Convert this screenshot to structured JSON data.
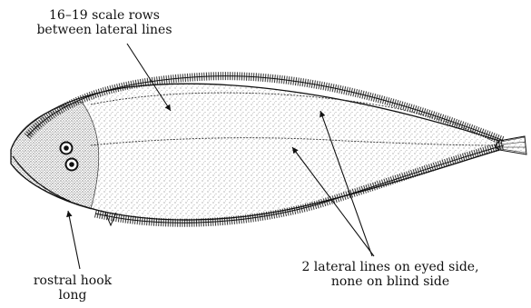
{
  "annotations": {
    "scale_rows": {
      "line1": "16–19 scale rows",
      "line2": "between lateral lines"
    },
    "rostral_hook": {
      "line1": "rostral hook",
      "line2": "long"
    },
    "lateral_lines": {
      "line1": "2 lateral lines on eyed side,",
      "line2": "none on blind side"
    }
  },
  "colors": {
    "ink": "#111111",
    "background": "#ffffff"
  }
}
